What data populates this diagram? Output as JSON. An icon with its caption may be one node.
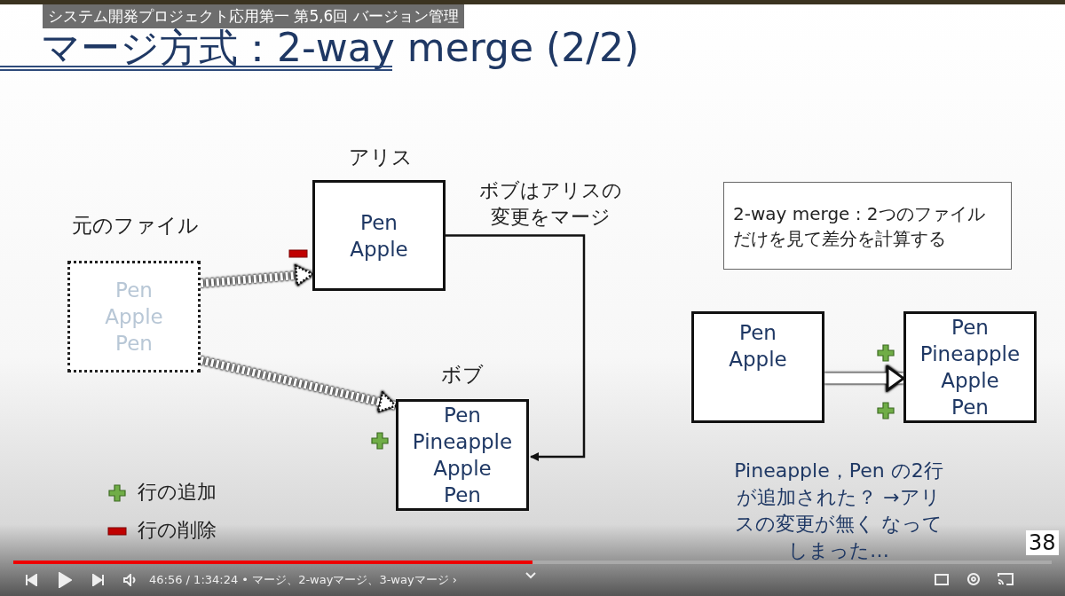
{
  "diagram": {
    "title": "マージ方式：2-way merge (2/2)",
    "nodes": [
      {
        "text": [
          "元のファイル",
          "Pen Apple Pen"
        ]
      },
      {
        "text": [
          "アリス",
          "Pen Apple"
        ]
      },
      {
        "text": [
          "ボブ",
          "Pen Pineapple Apple Pen"
        ]
      },
      {
        "text": [
          "2-way merge : 2つのファイルだけを見て差分を計算する"
        ]
      },
      {
        "text": [
          "Pen Apple"
        ]
      },
      {
        "text": [
          "Pen Pineapple Apple Pen"
        ]
      }
    ],
    "edges": [
      {
        "from": 0,
        "to": 1,
        "arrow": "to",
        "style": "dashed"
      },
      {
        "from": 0,
        "to": 2,
        "arrow": "to",
        "style": "dashed"
      },
      {
        "from": 1,
        "to": 2,
        "arrow": "to",
        "label": "ボブはアリスの変更をマージ",
        "color": "#111111"
      },
      {
        "from": 4,
        "to": 5,
        "arrow": "to"
      }
    ],
    "labels": [
      "システム開発プロジェクト応用第一 第5,6回 バージョン管理",
      "Pineapple，Pen の2行が追加された？ →アリスの変更が無く なってしまった…",
      "46:56 / 1:34:24 • マージ、2-wayマージ、3-wayマージ ›",
      "38"
    ],
    "legend": [
      {
        "text": "行の追加"
      },
      {
        "text": "行の削除"
      }
    ]
  }
}
